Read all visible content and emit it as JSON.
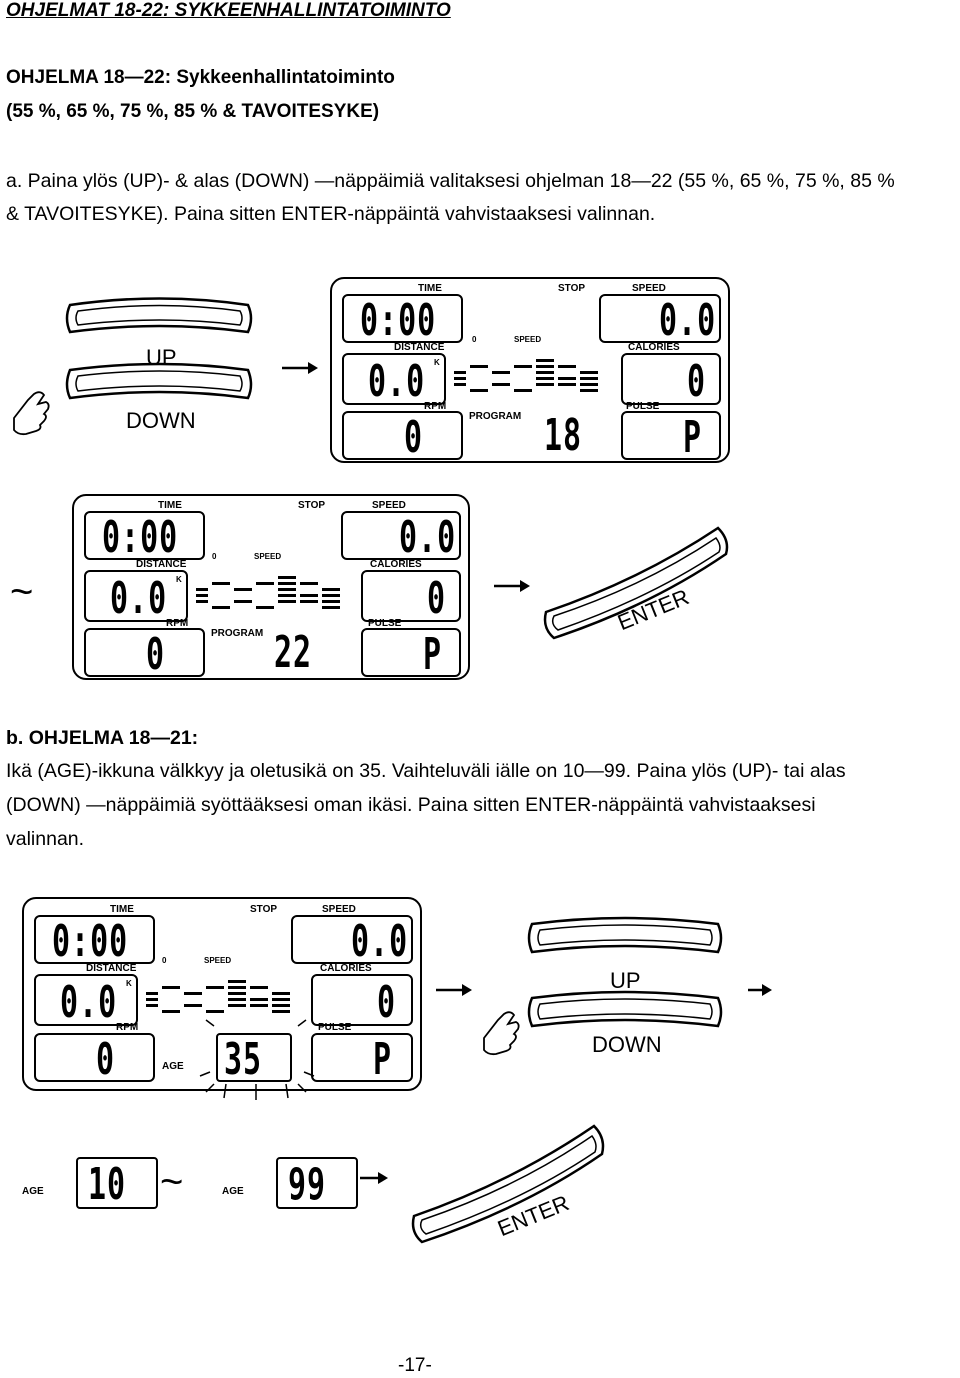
{
  "header": "OHJELMAT 18-22: SYKKEENHALLINTATOIMINTO",
  "section_a": {
    "title": "OHJELMA 18—22: Sykkeenhallintatoiminto",
    "subtitle": "(55 %, 65 %, 75 %, 85 % & TAVOITESYKE)",
    "line1": "a. Paina ylös (UP)- & alas (DOWN) —näppäimiä valitaksesi ohjelman 18—22 (55 %, 65 %, 75 %, 85 %",
    "line2": "& TAVOITESYKE). Paina sitten ENTER-näppäintä vahvistaaksesi valinnan."
  },
  "section_b": {
    "title": "b. OHJELMA 18—21:",
    "line1": "Ikä (AGE)-ikkuna välkkyy ja oletusikä on 35. Vaihteluväli iälle on 10—99. Paina ylös (UP)- tai alas",
    "line2": "(DOWN) —näppäimiä syöttääksesi oman ikäsi. Paina sitten ENTER-näppäintä vahvistaaksesi",
    "line3": "valinnan."
  },
  "buttons": {
    "up": "UP",
    "down": "DOWN",
    "enter": "ENTER"
  },
  "console_labels": {
    "time": "TIME",
    "stop": "STOP",
    "speed": "SPEED",
    "distance": "DISTANCE",
    "calories": "CALORIES",
    "rpm": "RPM",
    "program": "PROGRAM",
    "pulse": "PULSE",
    "age": "AGE",
    "k": "K",
    "speed_small": "SPEED",
    "zero_small": "0"
  },
  "display1": {
    "time": "0:00",
    "speed": "0.0",
    "distance": "0.0",
    "calories": "0",
    "rpm": "0",
    "program": "18",
    "pulse": "P"
  },
  "display2": {
    "time": "0:00",
    "speed": "0.0",
    "distance": "0.0",
    "calories": "0",
    "rpm": "0",
    "program": "22",
    "pulse": "P"
  },
  "display3": {
    "time": "0:00",
    "speed": "0.0",
    "distance": "0.0",
    "calories": "0",
    "rpm": "0",
    "age": "35",
    "pulse": "P"
  },
  "age_range": {
    "min": "10",
    "max": "99",
    "tilde": "~"
  },
  "tilde": "~",
  "page_number": "-17-"
}
